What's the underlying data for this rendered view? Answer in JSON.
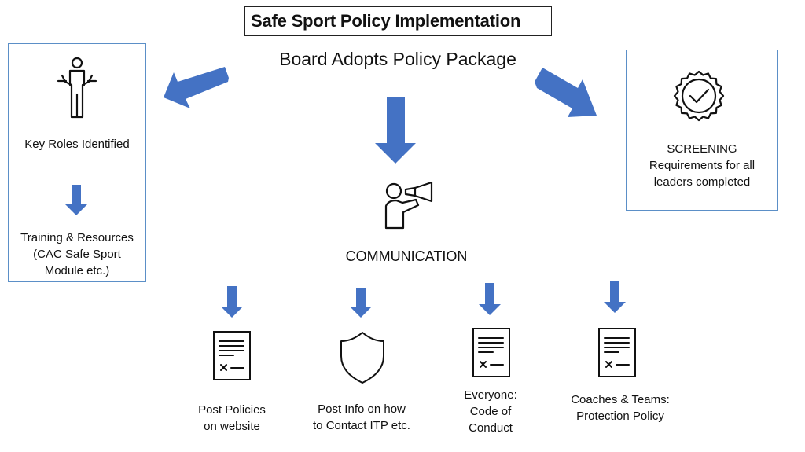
{
  "title": "Safe Sport Policy Implementation",
  "board": "Board Adopts Policy Package",
  "left": {
    "key_roles": "Key Roles Identified",
    "training": [
      "Training & Resources",
      "(CAC Safe Sport",
      "Module etc.)"
    ]
  },
  "right": {
    "screening": [
      "SCREENING",
      "Requirements for all",
      "leaders completed"
    ]
  },
  "communication": "COMMUNICATION",
  "items": [
    {
      "lines": [
        "Post Policies",
        "on website"
      ],
      "icon": "document-icon"
    },
    {
      "lines": [
        "Post Info on how",
        "to Contact ITP etc."
      ],
      "icon": "shield-icon"
    },
    {
      "lines": [
        "Everyone:",
        "Code of",
        "Conduct"
      ],
      "icon": "document-icon"
    },
    {
      "lines": [
        "Coaches & Teams:",
        "Protection Policy"
      ],
      "icon": "document-icon"
    }
  ],
  "colors": {
    "arrow": "#4472c4",
    "box_border": "#5b8fc7"
  }
}
